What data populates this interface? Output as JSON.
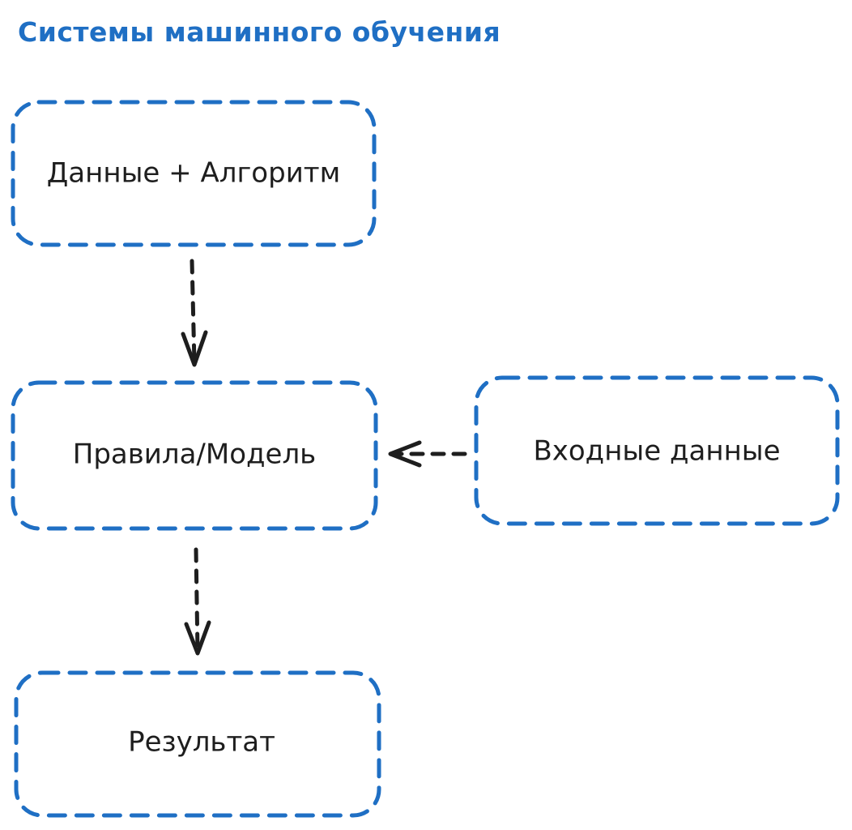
{
  "title": "Системы машинного обучения",
  "colors": {
    "accent": "#1f6fc4",
    "stroke": "#1e1e1e",
    "background": "#ffffff"
  },
  "nodes": {
    "data_algorithm": {
      "label": "Данные + Алгоритм"
    },
    "rules_model": {
      "label": "Правила/Модель"
    },
    "input_data": {
      "label": "Входные данные"
    },
    "result": {
      "label": "Результат"
    }
  }
}
